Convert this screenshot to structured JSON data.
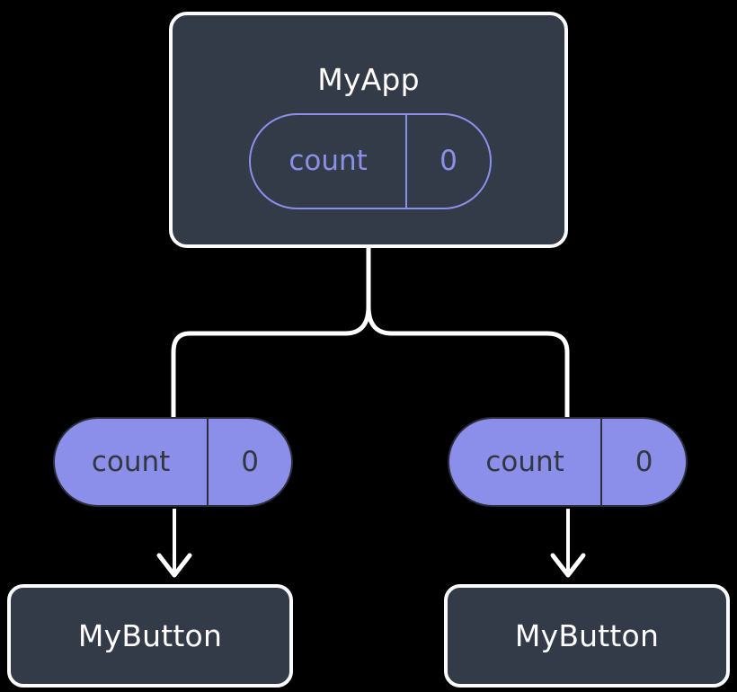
{
  "diagram": {
    "type": "component-tree",
    "background_color": "#000000",
    "colors": {
      "component_fill": "#343b48",
      "component_border": "#fbfbfb",
      "component_label": "#ffffff",
      "state_accent": "#8b8fea",
      "pill_fill": "#8b8fea",
      "pill_text_dark": "#32373f",
      "connector": "#ffffff"
    }
  },
  "root": {
    "label": "MyApp",
    "state_pill": {
      "key": "count",
      "value": "0"
    }
  },
  "props": [
    {
      "key": "count",
      "value": "0"
    },
    {
      "key": "count",
      "value": "0"
    }
  ],
  "children": [
    {
      "label": "MyButton"
    },
    {
      "label": "MyButton"
    }
  ]
}
